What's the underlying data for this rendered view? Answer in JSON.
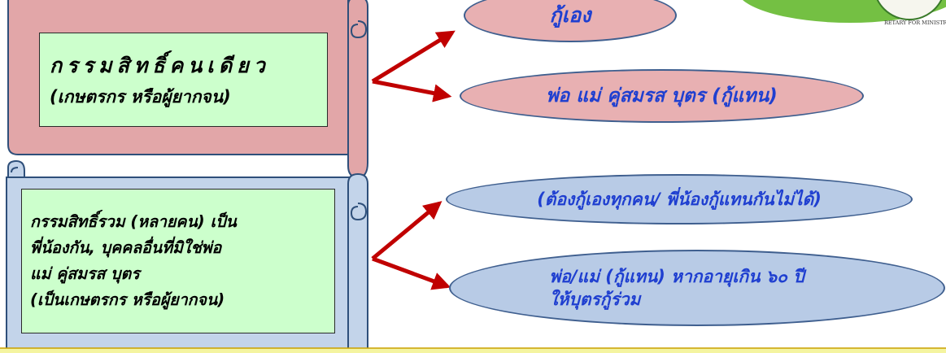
{
  "diagram": {
    "box_top": {
      "title": "กรรมสิทธิ์คนเดียว",
      "subtitle": "(เกษตรกร หรือผู้ยากจน)"
    },
    "box_bottom": {
      "lines": [
        "กรรมสิทธิ์รวม (หลายคน) เป็น",
        "พี่น้องกัน, บุคคลอื่นที่มิใช่พ่อ",
        "แม่ คู่สมรส บุตร",
        "(เป็นเกษตรกร หรือผู้ยากจน)"
      ]
    },
    "ovals": {
      "top_1": "กู้เอง",
      "top_2": "พ่อ แม่ คู่สมรส บุตร (กู้แทน)",
      "bottom_1": "(ต้องกู้เองทุกคน/  พี่น้องกู้แทนกันไม่ได้)",
      "bottom_2_line1": "พ่อ/แม่ (กู้แทน) หากอายุเกิน ๖๐ ปี",
      "bottom_2_line2": "ให้บุตรกู้ร่วม"
    },
    "logo_text": "RETARY FOR MINISTRY"
  },
  "colors": {
    "scroll_red": "#e2a6a8",
    "scroll_blue": "#c3d4ea",
    "box_green": "#ccffcc",
    "oval_red": "#e8b0b2",
    "oval_blue": "#b8cbe6",
    "oval_text": "#1f3fd0",
    "arrow": "#c00000",
    "bottom_bar": "#f4f4a0"
  }
}
